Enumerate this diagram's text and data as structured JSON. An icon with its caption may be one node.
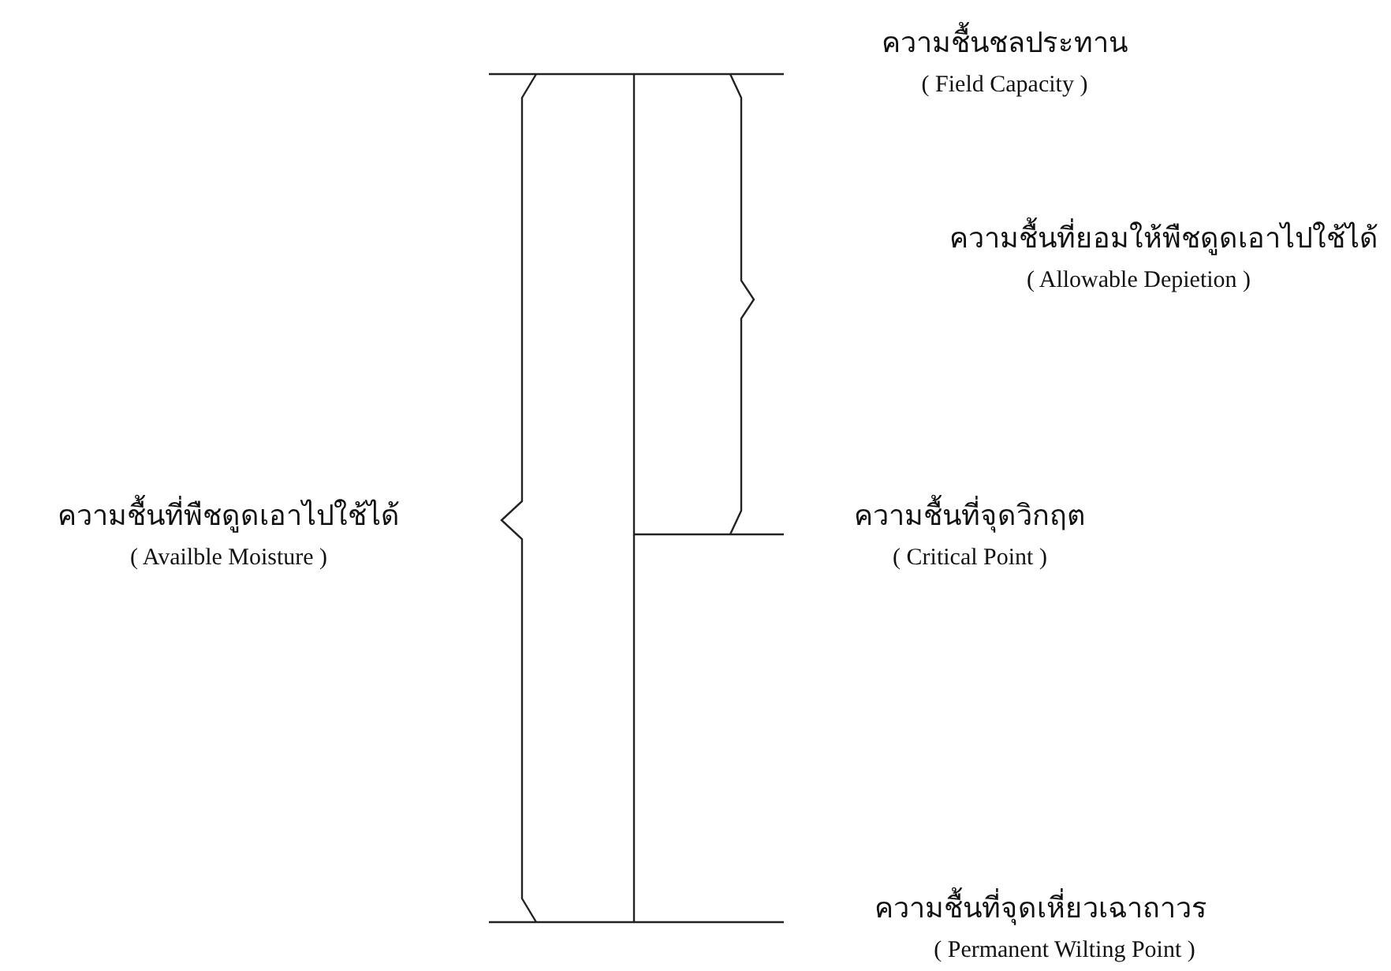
{
  "diagram": {
    "labels": [
      "ความชื้นชลประทาน",
      "( Field Capacity )",
      "ความชื้นที่ยอมให้พืชดูดเอาไปใช้ได้",
      "( Allowable Depietion )",
      "ความชื้นที่พืชดูดเอาไปใช้ได้",
      "( Availble Moisture )",
      "ความชื้นที่จุดวิกฤต",
      "( Critical Point )",
      "ความชื้นที่จุดเหี่ยวเฉาถาวร",
      "( Permanent Wilting Point )"
    ]
  }
}
